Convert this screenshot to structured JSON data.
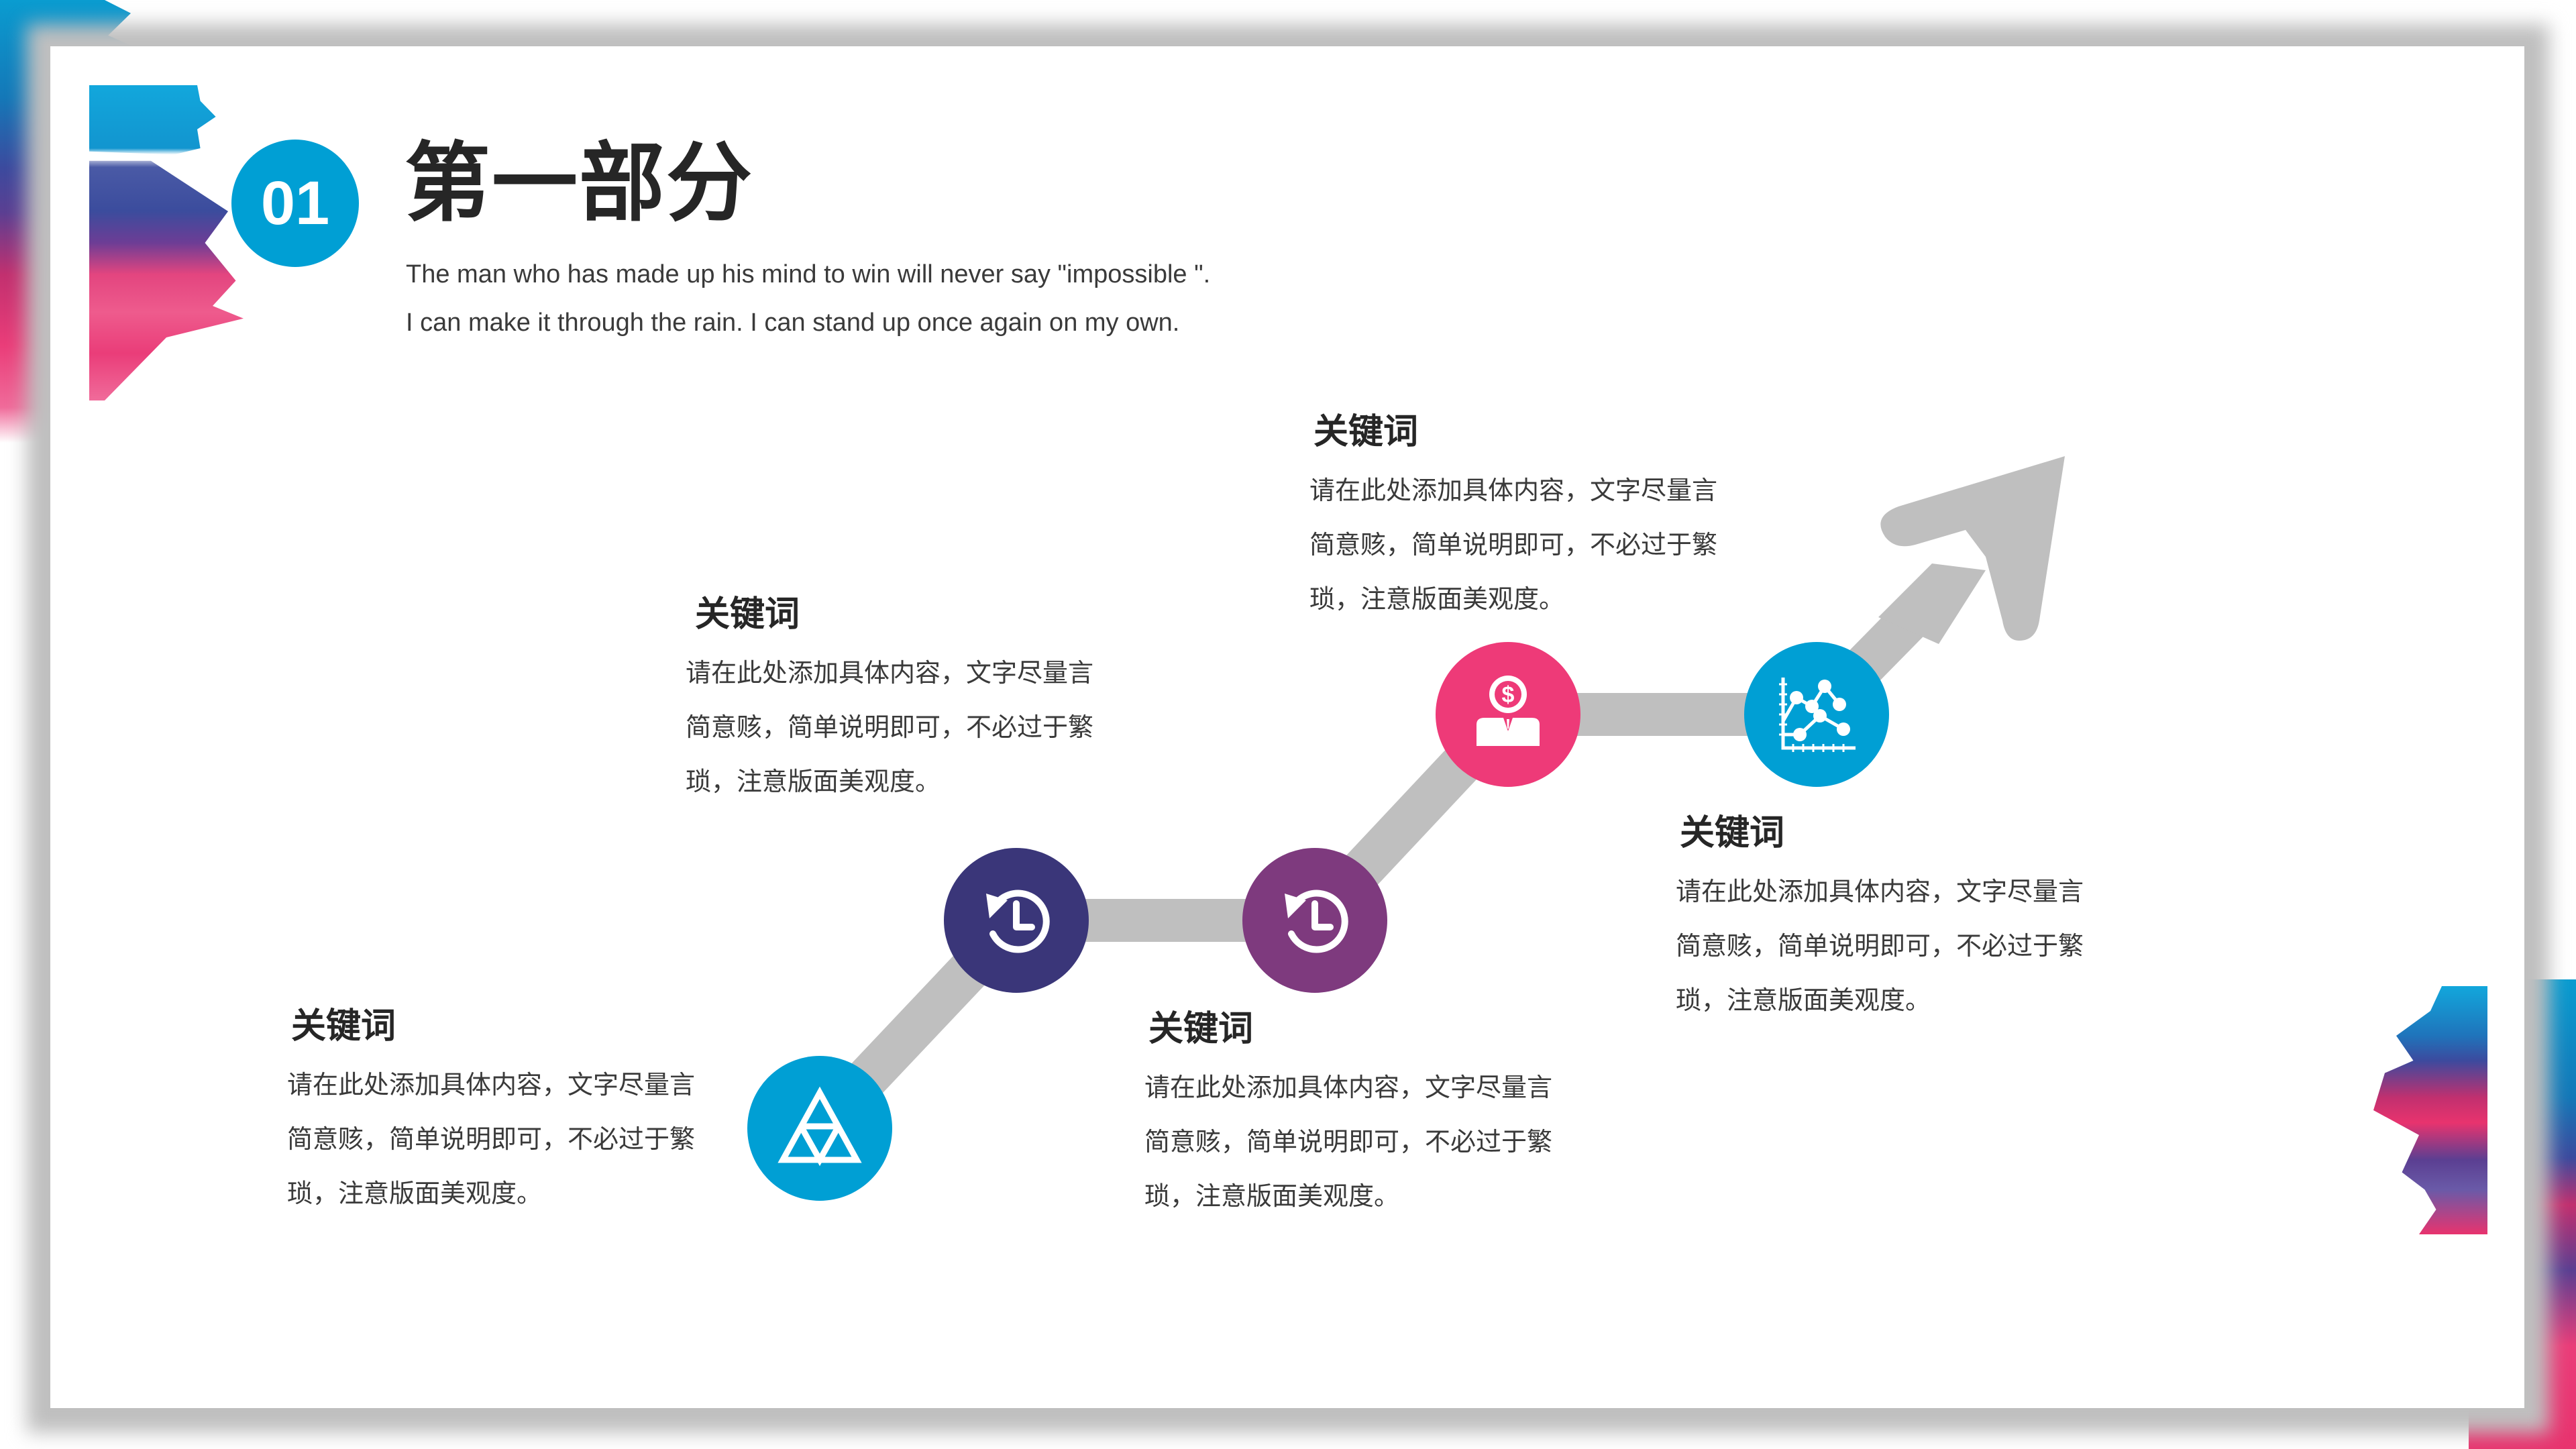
{
  "section": {
    "number": "01",
    "title": "第一部分",
    "subtitle_lines": [
      "The man who has made up his mind to win will never say \"impossible \".",
      "I can make it through the rain. I can stand up once again on my own."
    ]
  },
  "colors": {
    "blue": "#009fd4",
    "navy": "#3a3679",
    "purple": "#7e3a7e",
    "pink": "#ee3a78",
    "connector_gray": "#bfbfbf",
    "text_dark": "#262626"
  },
  "steps": [
    {
      "icon": "triangle-icon",
      "color": "#009fd4",
      "title": "关键词",
      "body": [
        "请在此处添加具体内容，文字尽量言",
        "简意赅，简单说明即可，不必过于繁",
        "琐，注意版面美观度。"
      ]
    },
    {
      "icon": "history-clock-icon",
      "color": "#3a3679",
      "title": "关键词",
      "body": [
        "请在此处添加具体内容，文字尽量言",
        "简意赅，简单说明即可，不必过于繁",
        "琐，注意版面美观度。"
      ]
    },
    {
      "icon": "history-clock-icon",
      "color": "#7e3a7e",
      "title": "关键词",
      "body": [
        "请在此处添加具体内容，文字尽量言",
        "简意赅，简单说明即可，不必过于繁",
        "琐，注意版面美观度。"
      ]
    },
    {
      "icon": "money-person-icon",
      "color": "#ee3a78",
      "title": "关键词",
      "body": [
        "请在此处添加具体内容，文字尽量言",
        "简意赅，简单说明即可，不必过于繁",
        "琐，注意版面美观度。"
      ]
    },
    {
      "icon": "line-chart-icon",
      "color": "#009fd4",
      "title": "关键词",
      "body": [
        "请在此处添加具体内容，文字尽量言",
        "简意赅，简单说明即可，不必过于繁",
        "琐，注意版面美观度。"
      ]
    }
  ]
}
